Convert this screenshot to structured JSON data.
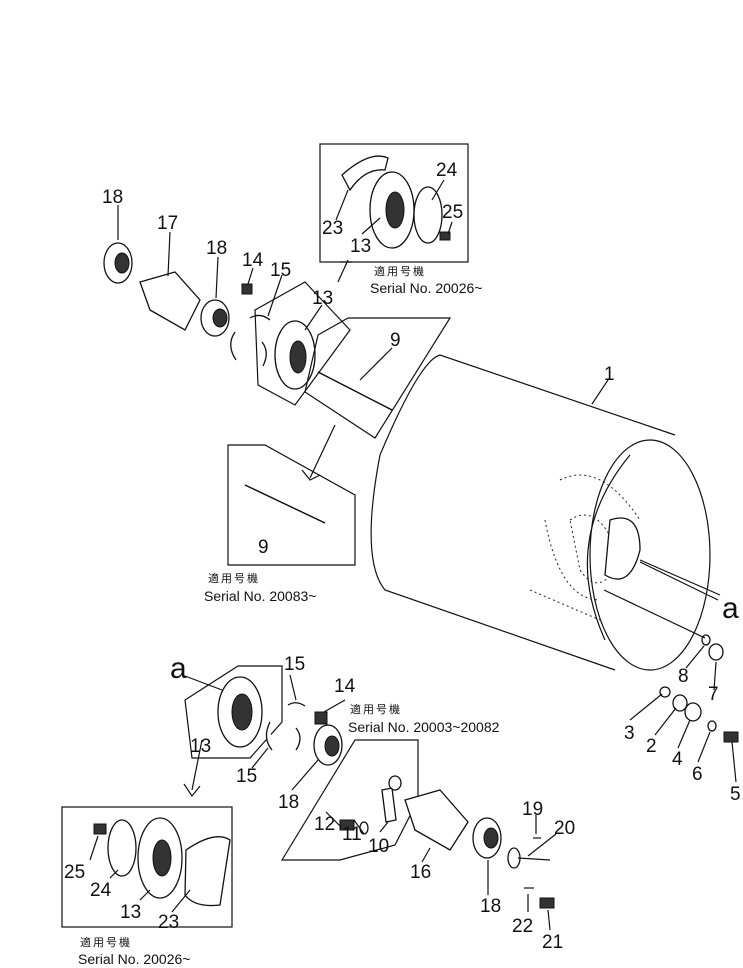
{
  "serial_notes": {
    "top": {
      "jp": "適用号機",
      "serial": "Serial No. 20026~"
    },
    "middle": {
      "jp": "適用号機",
      "serial": "Serial No. 20083~"
    },
    "center": {
      "jp": "適用号機",
      "serial": "Serial No. 20003~20082"
    },
    "bottom": {
      "jp": "適用号機",
      "serial": "Serial No. 20026~"
    }
  },
  "callouts": {
    "p1": "1",
    "p2": "2",
    "p3": "3",
    "p4": "4",
    "p5": "5",
    "p6": "6",
    "p7": "7",
    "p8": "8",
    "p9a": "9",
    "p9b": "9",
    "p10": "10",
    "p11": "11",
    "p12": "12",
    "p13a": "13",
    "p13b": "13",
    "p13c": "13",
    "p13d": "13",
    "p14a": "14",
    "p14b": "14",
    "p15a": "15",
    "p15b": "15",
    "p15c": "15",
    "p16": "16",
    "p17": "17",
    "p18a": "18",
    "p18b": "18",
    "p18c": "18",
    "p18d": "18",
    "p19": "19",
    "p20": "20",
    "p21": "21",
    "p22": "22",
    "p23a": "23",
    "p23b": "23",
    "p24a": "24",
    "p24b": "24",
    "p25a": "25",
    "p25b": "25",
    "a1": "a",
    "a2": "a"
  }
}
